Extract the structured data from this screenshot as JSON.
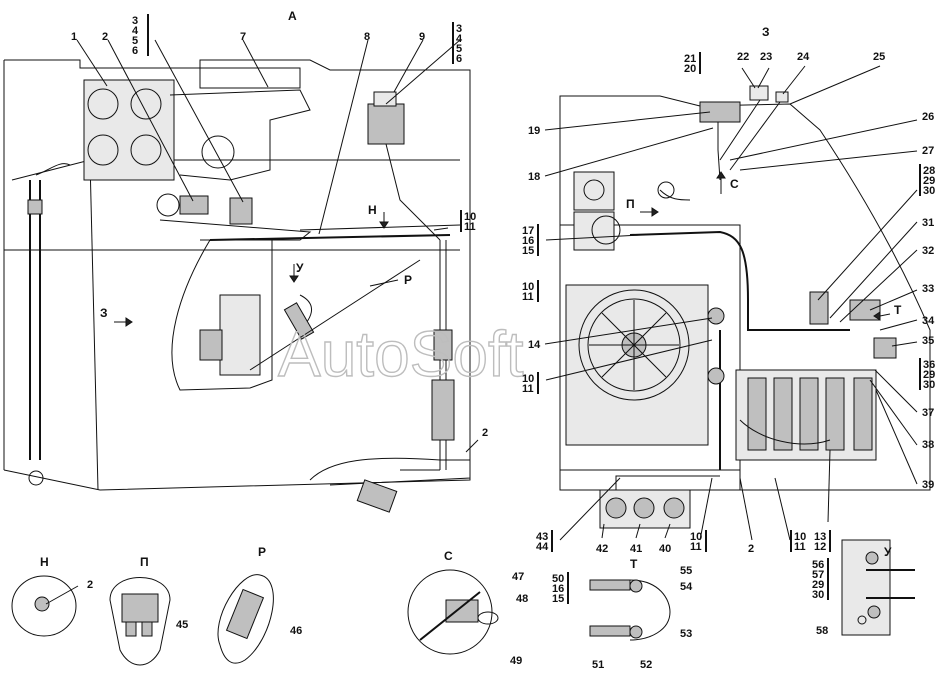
{
  "watermark": "AutoSoft",
  "views": {
    "a": "А",
    "z": "З",
    "n": "Н",
    "p": "П",
    "r": "Р",
    "s": "С",
    "t": "Т",
    "u": "У"
  },
  "direction_labels": {
    "z": "З",
    "n": "Н",
    "u": "У",
    "p": "П",
    "s": "С",
    "r": "Р",
    "t": "Т"
  },
  "callouts": {
    "c1": "1",
    "c2": "2",
    "c7": "7",
    "c8": "8",
    "c9": "9",
    "g3456a": [
      "3",
      "4",
      "5",
      "6"
    ],
    "g3456b": [
      "3",
      "4",
      "5",
      "6"
    ],
    "g1011a": [
      "10",
      "11"
    ],
    "g2120": [
      "21",
      "20"
    ],
    "c22": "22",
    "c23": "23",
    "c24": "24",
    "c25": "25",
    "c19": "19",
    "c18": "18",
    "c26": "26",
    "c27": "27",
    "g282930": [
      "28",
      "29",
      "30"
    ],
    "g171615": [
      "17",
      "16",
      "15"
    ],
    "g1011b": [
      "10",
      "11"
    ],
    "c31": "31",
    "c32": "32",
    "c33": "33",
    "c34": "34",
    "c14": "14",
    "c35": "35",
    "g1011c": [
      "10",
      "11"
    ],
    "g362930": [
      "36",
      "29",
      "30"
    ],
    "c37": "37",
    "c38": "38",
    "c39": "39",
    "c2b": "2",
    "g4344": [
      "43",
      "44"
    ],
    "c42": "42",
    "c41": "41",
    "c40": "40",
    "g1011d": [
      "10",
      "11"
    ],
    "c2c": "2",
    "g1011e": [
      "10",
      "11"
    ],
    "g1312": [
      "13",
      "12"
    ],
    "c2n": "2",
    "c45": "45",
    "c46": "46",
    "c47": "47",
    "c48": "48",
    "c49": "49",
    "g501615": [
      "50",
      "16",
      "15"
    ],
    "c55": "55",
    "c54": "54",
    "c53": "53",
    "c51": "51",
    "c52": "52",
    "g56572930": [
      "56",
      "57",
      "29",
      "30"
    ],
    "c58": "58"
  }
}
